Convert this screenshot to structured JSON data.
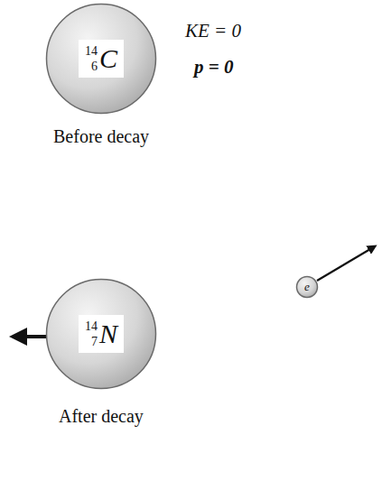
{
  "diagram": {
    "nodes": [
      {
        "text": [
          "14",
          "6",
          "C"
        ]
      },
      {
        "text": [
          "14",
          "7",
          "N"
        ]
      },
      {
        "text": [
          "e"
        ]
      }
    ],
    "labels": [
      "KE = 0",
      "p = 0",
      "Before decay",
      "After decay"
    ]
  }
}
